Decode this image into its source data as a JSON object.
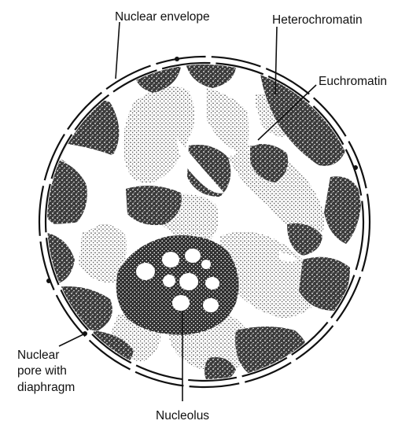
{
  "labels": {
    "nuclear_envelope": "Nuclear envelope",
    "heterochromatin": "Heterochromatin",
    "euchromatin": "Euchromatin",
    "nuclear_pore_line1": "Nuclear",
    "nuclear_pore_line2": "pore with",
    "nuclear_pore_line3": "diaphragm",
    "nucleolus": "Nucleolus"
  },
  "colors": {
    "ink": "#111111",
    "heterochromatin_fill": "#2a2a2a",
    "euchromatin_fill": "#8a8a8a",
    "nucleolus_fill": "#333333",
    "background": "#ffffff"
  }
}
